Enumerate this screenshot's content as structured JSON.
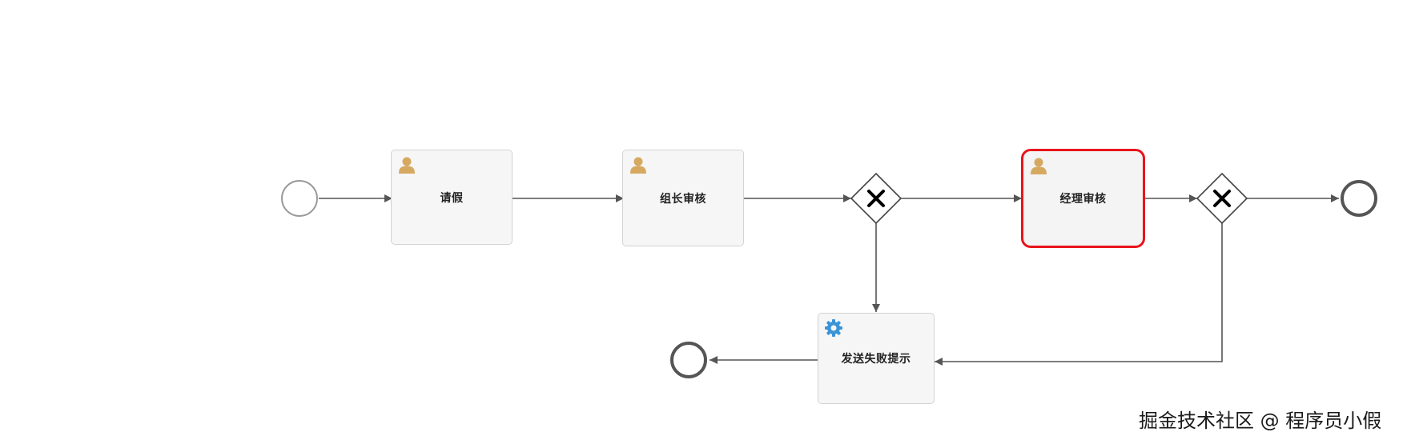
{
  "process": {
    "tasks": [
      {
        "key": "t1",
        "label": "请假",
        "type": "user-task",
        "active": false
      },
      {
        "key": "t2",
        "label": "组长审核",
        "type": "user-task",
        "active": false
      },
      {
        "key": "t3",
        "label": "经理审核",
        "type": "user-task",
        "active": true
      },
      {
        "key": "t4",
        "label": "发送失败提示",
        "type": "service-task",
        "active": false
      }
    ],
    "gateways": [
      {
        "key": "g1",
        "type": "exclusive"
      },
      {
        "key": "g2",
        "type": "exclusive"
      }
    ],
    "events": [
      {
        "key": "start",
        "type": "start"
      },
      {
        "key": "end1",
        "type": "end"
      },
      {
        "key": "end2",
        "type": "end"
      }
    ]
  },
  "colors": {
    "active_border": "#e8141b",
    "user_icon": "#d6a961",
    "service_icon": "#3b94d6",
    "flow": "#555555"
  },
  "watermark": "掘金技术社区 @ 程序员小假"
}
